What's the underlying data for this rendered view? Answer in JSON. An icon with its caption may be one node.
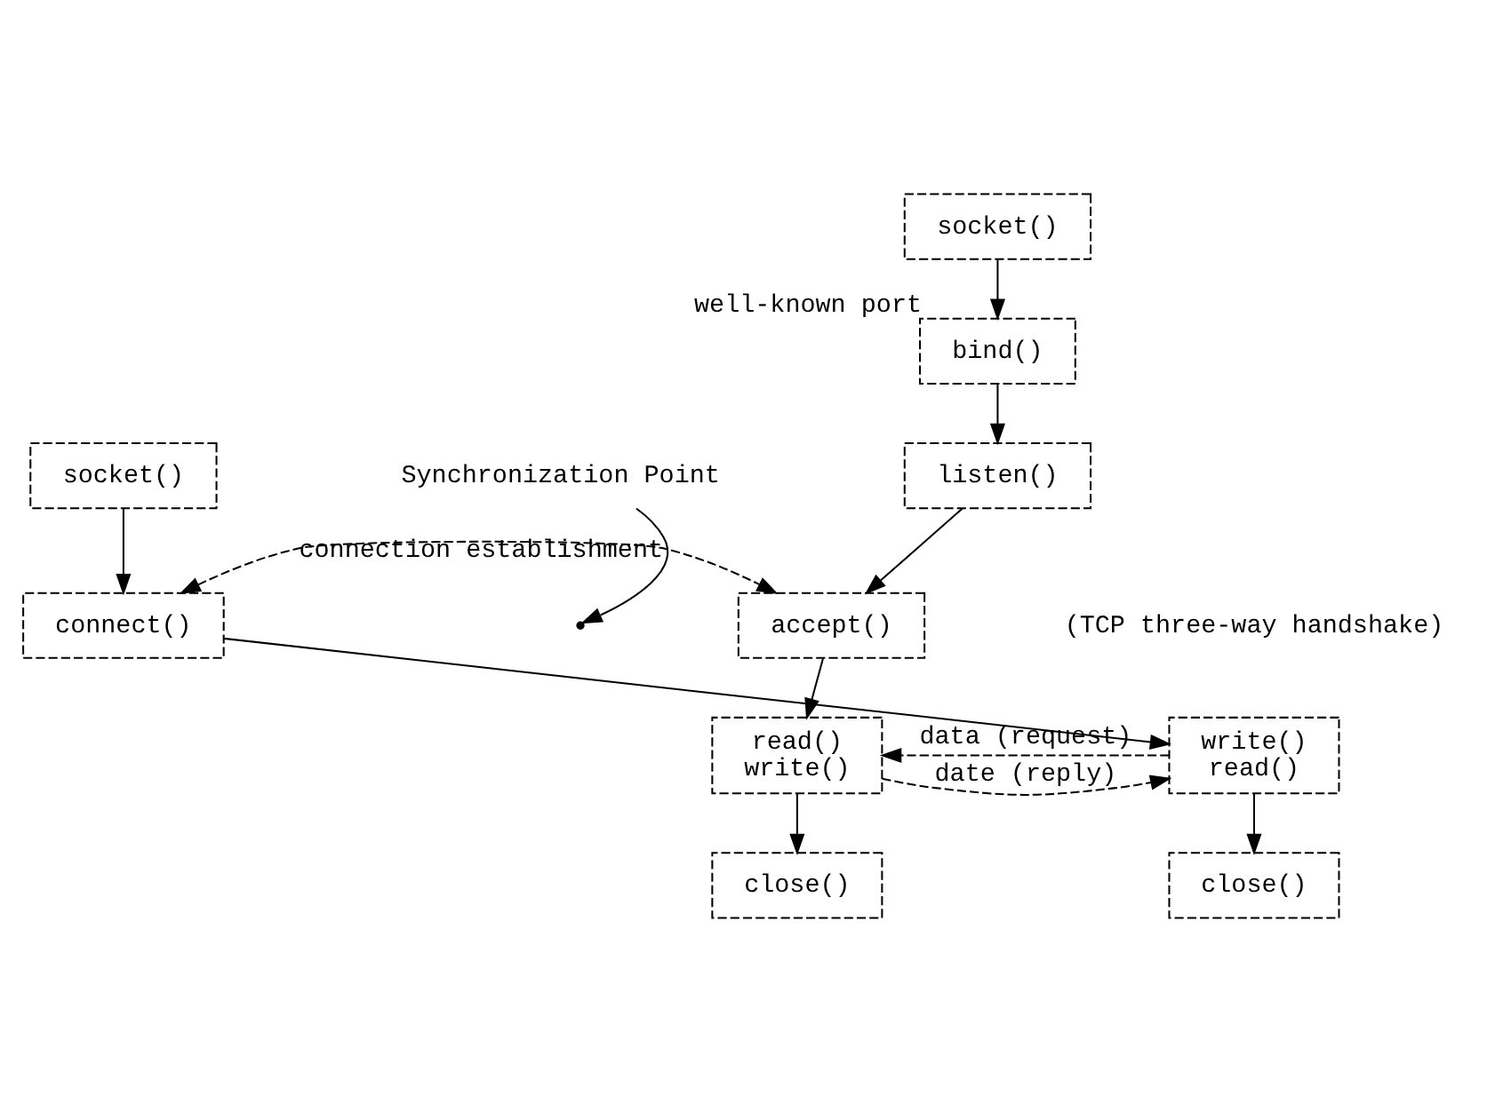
{
  "diagram": {
    "nodes": [
      {
        "text": [
          "socket()"
        ]
      },
      {
        "text": [
          "bind()"
        ],
        "beside": [
          "well-known port"
        ]
      },
      {
        "text": [
          "listen()"
        ]
      },
      {
        "text": [
          "accept()"
        ]
      },
      {
        "text": [
          "read()",
          "write()"
        ]
      },
      {
        "text": [
          "close()"
        ]
      },
      {
        "text": [
          "socket()"
        ]
      },
      {
        "text": [
          "connect()"
        ]
      },
      {
        "text": [
          "write()",
          "read()"
        ]
      },
      {
        "text": [
          "close()"
        ]
      },
      {
        "text": [
          "Synchronization Point"
        ]
      }
    ],
    "edges": [
      {
        "from": 0,
        "to": 1,
        "arrow": "to"
      },
      {
        "from": 1,
        "to": 2,
        "arrow": "to"
      },
      {
        "from": 2,
        "to": 3,
        "arrow": "to"
      },
      {
        "from": 3,
        "to": 4,
        "arrow": "to"
      },
      {
        "from": 4,
        "to": 5,
        "arrow": "to"
      },
      {
        "from": 6,
        "to": 7,
        "arrow": "to"
      },
      {
        "from": 7,
        "to": 8,
        "arrow": "to"
      },
      {
        "from": 8,
        "to": 9,
        "arrow": "to"
      },
      {
        "from": 7,
        "to": 3,
        "arrow": "both",
        "label": "connection establishment",
        "style": "dashed"
      },
      {
        "from": 8,
        "to": 4,
        "arrow": "to",
        "label": "data (request)",
        "style": "dashed"
      },
      {
        "from": 4,
        "to": 8,
        "arrow": "to",
        "label": "date (reply)",
        "style": "dashed"
      },
      {
        "from": 10,
        "to": null,
        "arrow": "to"
      }
    ],
    "labels": [
      "(TCP three-way handshake)"
    ]
  }
}
